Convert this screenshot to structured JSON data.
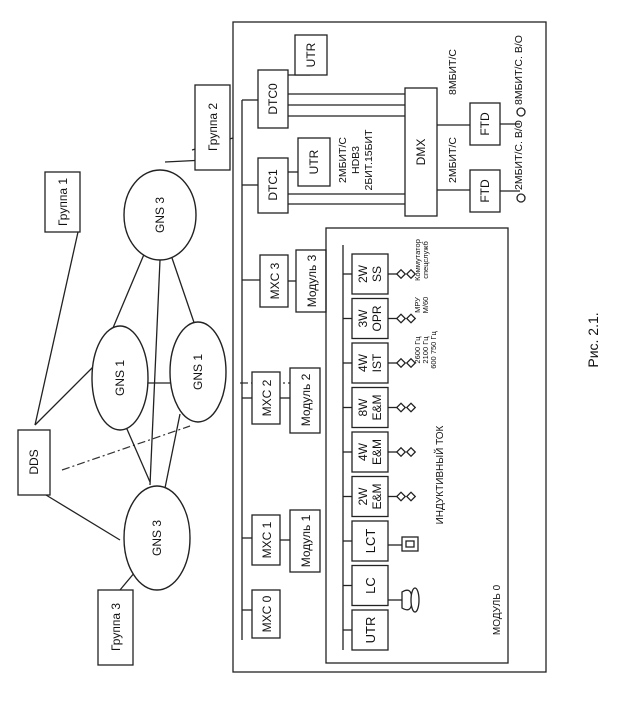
{
  "figure": {
    "caption": "Рис. 2.1."
  },
  "labels": {
    "dds": "DDS",
    "group1": "Группа 1",
    "group2": "Группа 2",
    "group3": "Группа 3",
    "gns3_top": "GNS 3",
    "gns1_mid": "GNS 1",
    "gns1_main": "GNS 1",
    "gns3_bottom": "GNS 3",
    "mxc0": "MXC 0",
    "mxc1": "MXC 1",
    "mxc2": "MXC 2",
    "mxc3": "MXC 3",
    "mod1": "Модуль 1",
    "mod2": "Модуль 2",
    "mod3": "Модуль 3",
    "module0": "МОДУЛЬ 0",
    "inductive": "ИНДУКТИВНЫЙ ТОК",
    "dtc0": "DTC0",
    "dtc1": "DTC1",
    "utr_top": "UTR",
    "utr_mid": "UTR",
    "dmx": "DMX",
    "ftd_upper": "FTD",
    "ftd_lower": "FTD",
    "hdb3_1": "2МБИТ/С",
    "hdb3_2": "HDB3",
    "hdb3_3": "2БИТ.15БИТ",
    "rate_dtc0": "8МБИТ/С",
    "rate_dmx_ftd": "2МБИТ/С",
    "rate_ftd_upper": "8МБИТ/С. В/О",
    "rate_ftd_lower": "2МБИТ/С. В/О",
    "note_mru": "МРУ",
    "note_m60": "M/60",
    "note_comm1": "Коммутатор",
    "note_comm2": "спецслужб",
    "freq1": "2600 Гц",
    "freq2": "2100 Гц",
    "freq3": "600 750 Гц"
  },
  "module0_cells": [
    {
      "l1": "UTR",
      "l2": ""
    },
    {
      "l1": "LC",
      "l2": ""
    },
    {
      "l1": "LCT",
      "l2": ""
    },
    {
      "l1": "2W",
      "l2": "E&M"
    },
    {
      "l1": "4W",
      "l2": "E&M"
    },
    {
      "l1": "8W",
      "l2": "E&M"
    },
    {
      "l1": "4W",
      "l2": "IST"
    },
    {
      "l1": "3W",
      "l2": "OPR"
    },
    {
      "l1": "2W",
      "l2": "SS"
    }
  ],
  "icons": {
    "telephone": "telephone-icon",
    "terminal": "terminal-icon"
  }
}
